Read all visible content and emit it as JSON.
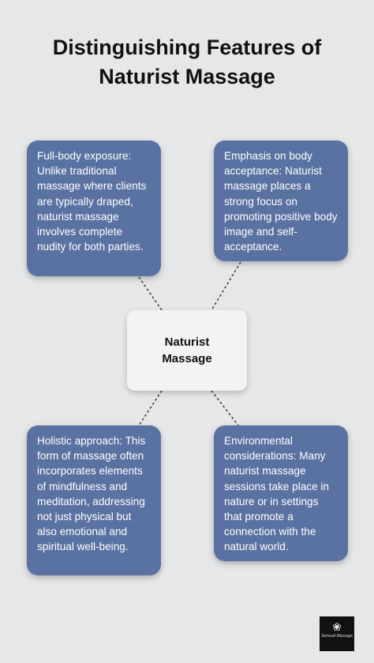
{
  "title": {
    "line1": "Distinguishing Features of",
    "line2": "Naturist Massage"
  },
  "center": {
    "line1": "Naturist",
    "line2": "Massage"
  },
  "cards": [
    "Full-body exposure: Unlike traditional massage where clients are typically draped, naturist massage involves complete nudity for both parties.",
    "Emphasis on body acceptance: Naturist massage places a strong focus on promoting positive body image and self-acceptance.",
    "Holistic approach: This form of massage often incorporates elements of mindfulness and meditation, addressing not just physical but also emotional and spiritual well-being.",
    "Environmental considerations: Many naturist massage sessions take place in nature or in settings that promote a connection with the natural world."
  ],
  "logo": {
    "icon": "flower-icon",
    "name": "Sensual Massage"
  },
  "colors": {
    "card": "#5a72a1",
    "background": "#e6e7e8",
    "center": "#f3f3f4"
  }
}
